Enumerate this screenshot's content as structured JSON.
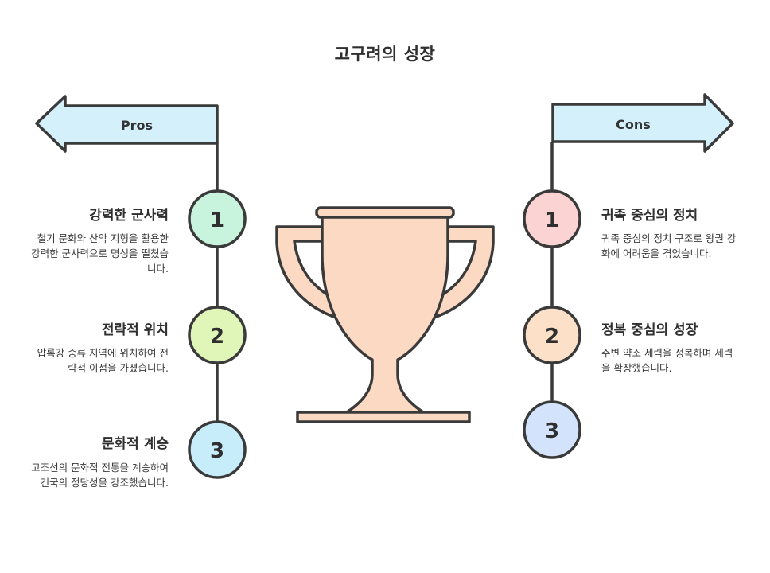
{
  "title": "고구려의 성장",
  "pros": {
    "label": "Pros",
    "items": [
      {
        "number": "1",
        "title": "강력한 군사력",
        "description": "철기 문화와 산악 지형을 활용한 강력한 군사력으로 명성을 떨쳤습니다.",
        "color": "#c8f3dc"
      },
      {
        "number": "2",
        "title": "전략적 위치",
        "description": "압록강 중류 지역에 위치하여 전략적 이점을 가졌습니다.",
        "color": "#e0f5b8"
      },
      {
        "number": "3",
        "title": "문화적 계승",
        "description": "고조선의 문화적 전통을 계승하여 건국의 정당성을 강조했습니다.",
        "color": "#c7ecfa"
      }
    ]
  },
  "cons": {
    "label": "Cons",
    "items": [
      {
        "number": "1",
        "title": "귀족 중심의 정치",
        "description": "귀족 중심의 정치 구조로 왕권 강화에 어려움을 겪었습니다.",
        "color": "#fbd3d3"
      },
      {
        "number": "2",
        "title": "정복 중심의 성장",
        "description": "주변 약소 세력을 정복하며 세력을 확장했습니다.",
        "color": "#fde0c8"
      },
      {
        "number": "3",
        "title": "",
        "description": "",
        "color": "#d3e3fb"
      }
    ]
  },
  "colors": {
    "arrow_fill": "#d3f0fb",
    "trophy_fill": "#fbd9c2",
    "stroke": "#3a3a3a"
  },
  "icons": {
    "center": "trophy-icon",
    "left_arrow": "arrow-left-icon",
    "right_arrow": "arrow-right-icon"
  }
}
